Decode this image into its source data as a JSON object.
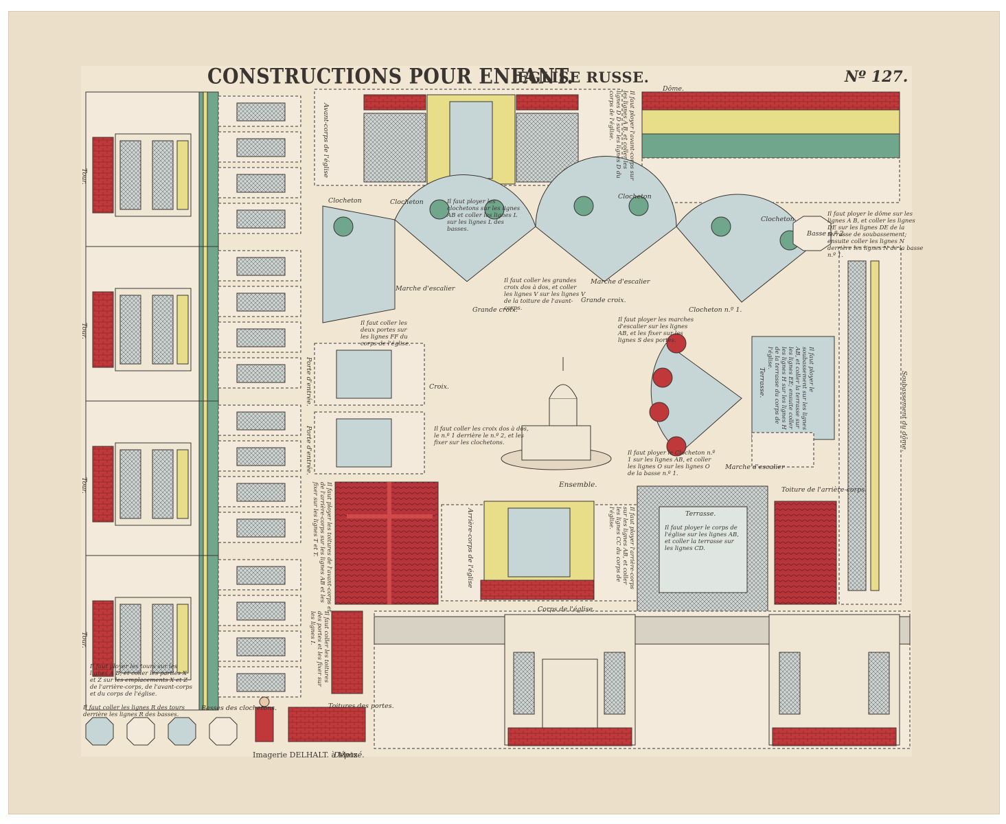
{
  "sheet": {
    "title": "CONSTRUCTIONS POUR ENFANT.",
    "subtitle": "ÉGLISE RUSSE.",
    "number": "Nº 127.",
    "publisher": "Imagerie DELHALT. à Metz",
    "deposit": "Déposé."
  },
  "labels": {
    "clocheton": "Clocheton",
    "clocheton_1": "Clocheton n.º 1.",
    "marche_escalier": "Marche d'escalier",
    "grande_croix": "Grande croix.",
    "croix": "Croix.",
    "ensemble": "Ensemble.",
    "tour": "Tour.",
    "terrasse": "Terrasse.",
    "basse_2": "Basse n.º 2.",
    "basses_clochetons": "Basses des clochetons.",
    "toitures_portes": "Toitures des portes.",
    "toiture_arriere": "Toiture de l'arrière-corps.",
    "corps_eglise": "Corps de l'église.",
    "avant_corps": "Avant-corps de l'église",
    "arriere_corps": "Arrière-corps de l'église",
    "soubassement_dome": "Soubassement du dôme.",
    "porte_entree": "Porte d'entrée.",
    "dome": "Dôme."
  },
  "notes": {
    "tours": "Il faut ployer les tours sur les lignes A B, et coller les parties X et Z sur les emplacements X et Z de l'arrière-corps, de l'avant-corps et du corps de l'église.",
    "tours_basses": "Il faut coller les lignes R des tours derrière les lignes R des basses.",
    "clochetons": "Il faut ployer les clochetons sur les lignes AB et coller les lignes L sur les lignes L des basses.",
    "dome": "Il faut ployer le dôme sur les lignes A B, et coller les lignes DE sur les lignes DE de la terrasse de soubassement; ensuite coller les lignes N derrière les lignes N de la basse n.º 1.",
    "grandes_croix": "Il faut coller les grandes croix dos à dos, et coller les lignes V sur les lignes V de la toiture de l'avant-corps.",
    "portes_corps": "Il faut coller les deux portes sur les lignes FF du corps de l'église.",
    "marches": "Il faut ployer les marches d'escalier sur les lignes AB, et les fixer sur les lignes S des portes.",
    "croix": "Il faut coller les croix dos à dos, le n.º 1 derrière le n.º 2, et les fixer sur les clochetons.",
    "clocheton_1": "Il faut ployer le Clocheton n.º 1 sur les lignes AB, et coller les lignes O sur les lignes O de la basse n.º 1.",
    "terrasse_soubassement": "Il faut ployer le soubassement sur les lignes AB, et coller la terrasse sur les lignes EE; ensuite coller les lignes H sur les lignes H de la terrasse du corps de l'église.",
    "terrasse_corps": "Il faut ployer le corps de l'église sur les lignes AB, et coller la terrasse sur les lignes CD.",
    "avant_corps": "Il faut ployer l'avant-corps sur les lignes A B, et coller les lignes D D sur les lignes D du corps de l'église.",
    "arriere_corps": "Il faut ployer l'arrière-corps sur les lignes AB, et coller les lignes CC du corps de l'église.",
    "toitures_avant": "Il faut ployer les toitures de l'avant-corps et de l'arrière-corps sur les lignes AB et les fixer sur les lignes T et T.",
    "toitures_portes": "Il faut coller les toitures des portes et les fixer sur les lignes I."
  },
  "colors": {
    "paper": "#ecdfca",
    "ink": "#3b3531",
    "red": "#c0383a",
    "green": "#6fa68c",
    "yellow": "#e8de8a",
    "blue": "#c6d6d6"
  }
}
